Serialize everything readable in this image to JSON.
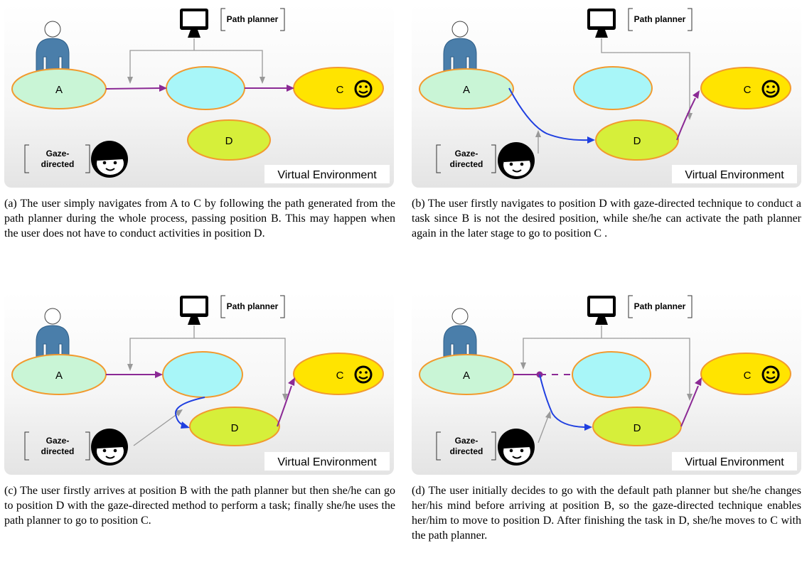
{
  "nodes": {
    "a": "A",
    "c": "C",
    "d": "D"
  },
  "path_planner_label": "Path planner",
  "gaze_label_line1": "Gaze-",
  "gaze_label_line2": "directed",
  "environment_label": "Virtual Environment",
  "colors": {
    "node_a": "#c9f5d6",
    "node_b": "#a8f6f8",
    "node_c": "#ffe400",
    "node_d": "#d6ef3a",
    "node_border": "#f29a2e",
    "planner_path": "#8b2a95",
    "gaze_path": "#1f3fe0",
    "connector": "#999999",
    "user_body": "#4a7eaa"
  },
  "icons": [
    "monitor-icon",
    "user-icon",
    "smiley-face-icon",
    "gaze-face-icon"
  ],
  "captions": {
    "a": "(a) The user simply navigates from A to C by following the path generated from the path planner during the whole process, passing position B. This may happen when the user does not have to conduct activities in position D.",
    "b": "(b) The user firstly navigates to position D with gaze-directed technique to conduct a task since B is not the desired position, while she/he can activate the path planner again in the later stage to go to position C .",
    "c": "(c) The user firstly arrives at position B with the path planner but then she/he can go to position D with the gaze-directed method to perform a task; finally she/he uses the path planner to go to position C.",
    "d": "(d) The user initially decides to go with the default path planner but she/he changes her/his mind before arriving at position B, so the gaze-directed technique enables her/him to move to position D. After finishing the task in D, she/he moves to C with the path planner."
  }
}
